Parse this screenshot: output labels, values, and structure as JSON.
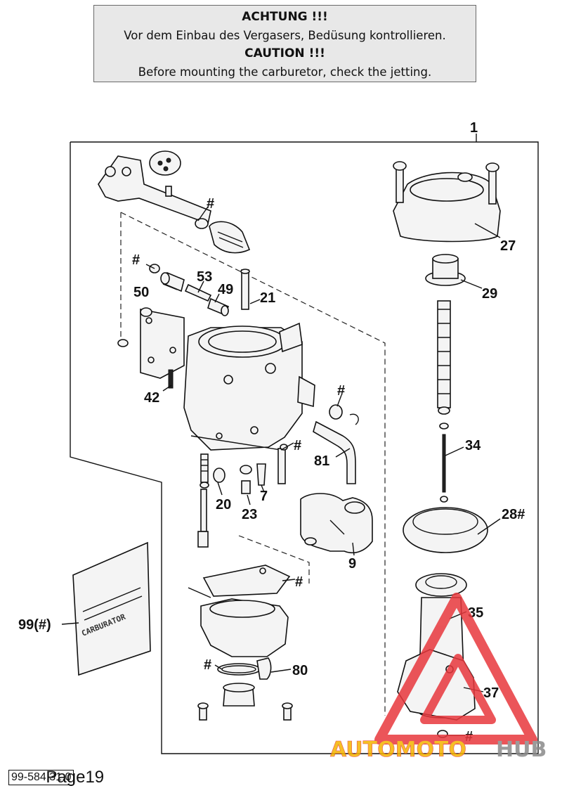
{
  "notice": {
    "title_de": "ACHTUNG !!!",
    "text_de": "Vor dem Einbau des Vergasers, Bedüsung kontrollieren.",
    "title_en": "CAUTION !!!",
    "text_en": "Before mounting the carburetor, check the jetting."
  },
  "labels": {
    "assembly": "1",
    "p27": "27",
    "p29": "29",
    "p34": "34",
    "p28": "28#",
    "p35": "35",
    "p37": "37",
    "p53": "53",
    "p50": "50",
    "p49": "49",
    "p21": "21",
    "p42": "42",
    "p81": "81",
    "p20": "20",
    "p23": "23",
    "p7": "7",
    "p9": "9",
    "p99": "99(#)",
    "p80": "80",
    "hash": "#"
  },
  "bag_text": "CARBURATOR",
  "watermark": {
    "part1": "AUTOMOTO",
    "part2": "HUB",
    "color_main": "#e8383d",
    "color_accent": "#f4b400",
    "color_grey": "#8a8a8a"
  },
  "footer": {
    "code": "99-584.31.0",
    "page": "Page19"
  }
}
